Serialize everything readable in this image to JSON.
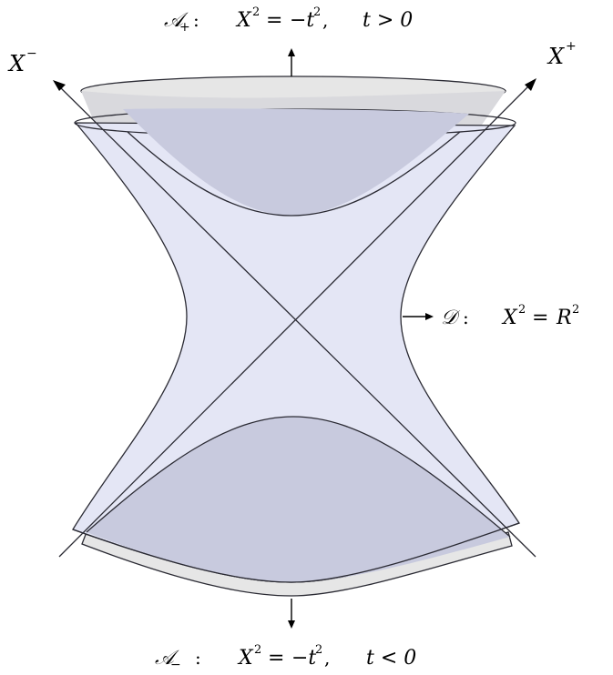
{
  "labels": {
    "a_plus": {
      "name": "𝒜",
      "sub": "+",
      "colon": ":",
      "lhs_var": "X",
      "lhs_exp": "2",
      "eq": "=",
      "rhs": "−t",
      "rhs_exp": "2",
      "comma": ",",
      "cond": "t > 0"
    },
    "a_minus": {
      "name": "𝒜",
      "sub": "−",
      "colon": ":",
      "lhs_var": "X",
      "lhs_exp": "2",
      "eq": "=",
      "rhs": "−t",
      "rhs_exp": "2",
      "comma": ",",
      "cond": "t < 0"
    },
    "d": {
      "name": "𝒟",
      "colon": ":",
      "lhs_var": "X",
      "lhs_exp": "2",
      "eq": "=",
      "rhs_var": "R",
      "rhs_exp": "2"
    },
    "x_minus": {
      "var": "X",
      "sup": "−"
    },
    "x_plus": {
      "var": "X",
      "sup": "+"
    }
  },
  "colors": {
    "hyperboloid_fill": "#e4e6f5",
    "cap_fill": "#c8cade",
    "rim_fill": "#e6e6e6",
    "stroke": "#2a2a33"
  }
}
